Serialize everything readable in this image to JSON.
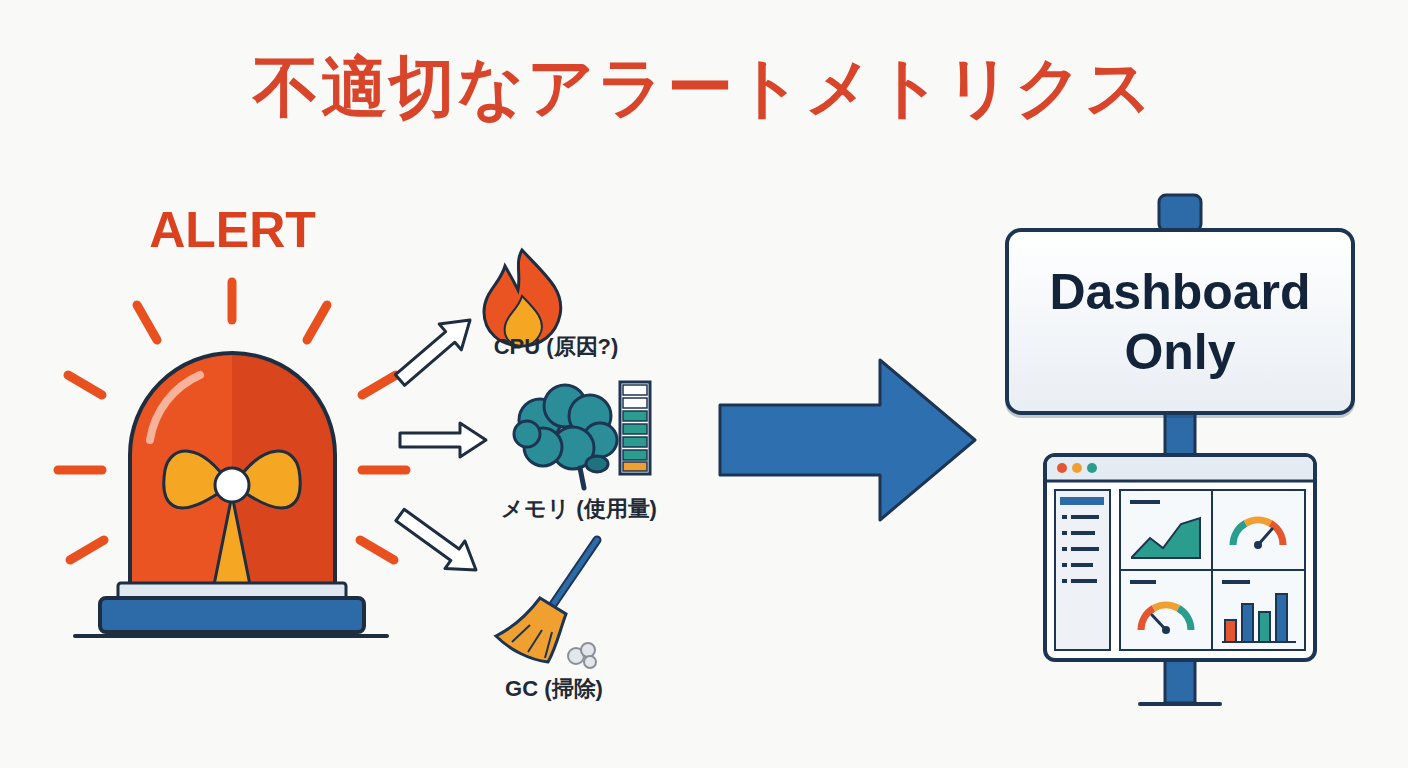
{
  "diagram": {
    "title": "不適切なアラートメトリクス",
    "nodes": [
      {
        "text": [
          "ALERT"
        ]
      },
      {
        "text": [
          "CPU (原因?)"
        ]
      },
      {
        "text": [
          "メモリ (使用量)"
        ]
      },
      {
        "text": [
          "GC (掃除)"
        ]
      },
      {
        "text": [
          "Dashboard Only"
        ]
      }
    ],
    "edges": [
      {
        "from": 0,
        "to": 1,
        "arrow": "to"
      },
      {
        "from": 0,
        "to": 2,
        "arrow": "to"
      },
      {
        "from": 0,
        "to": 3,
        "arrow": "to"
      }
    ]
  }
}
